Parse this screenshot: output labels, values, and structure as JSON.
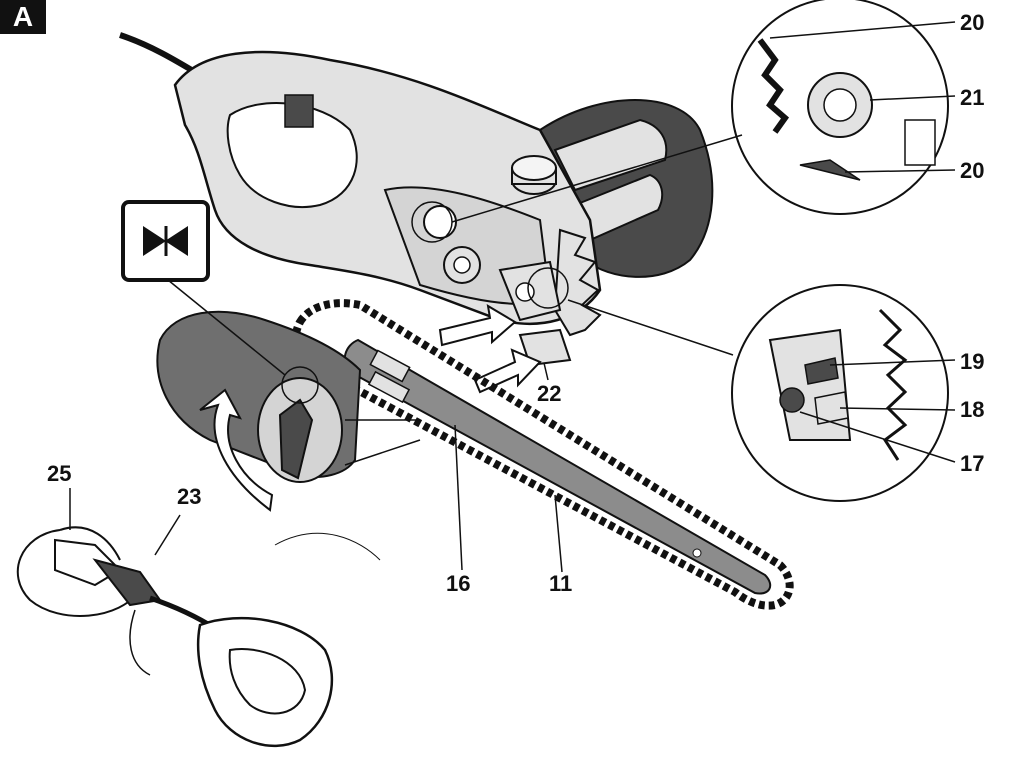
{
  "figure_letter": "A",
  "callouts": [
    {
      "id": "callout-20-top",
      "text": "20"
    },
    {
      "id": "callout-21",
      "text": "21"
    },
    {
      "id": "callout-20-bottom",
      "text": "20"
    },
    {
      "id": "callout-19",
      "text": "19"
    },
    {
      "id": "callout-18",
      "text": "18"
    },
    {
      "id": "callout-17",
      "text": "17"
    },
    {
      "id": "callout-22",
      "text": "22"
    },
    {
      "id": "callout-16",
      "text": "16"
    },
    {
      "id": "callout-11",
      "text": "11"
    },
    {
      "id": "callout-25",
      "text": "25"
    },
    {
      "id": "callout-23",
      "text": "23"
    }
  ],
  "colors": {
    "ink": "#111111",
    "body_light": "#e2e2e2",
    "body_dark": "#4a4a4a",
    "cover": "#6f6f6f",
    "bar": "#8c8c8c",
    "background": "#ffffff"
  },
  "icons": [
    "align-arrows-icon",
    "rotate-arrow-icon",
    "insert-arrow-icon"
  ]
}
